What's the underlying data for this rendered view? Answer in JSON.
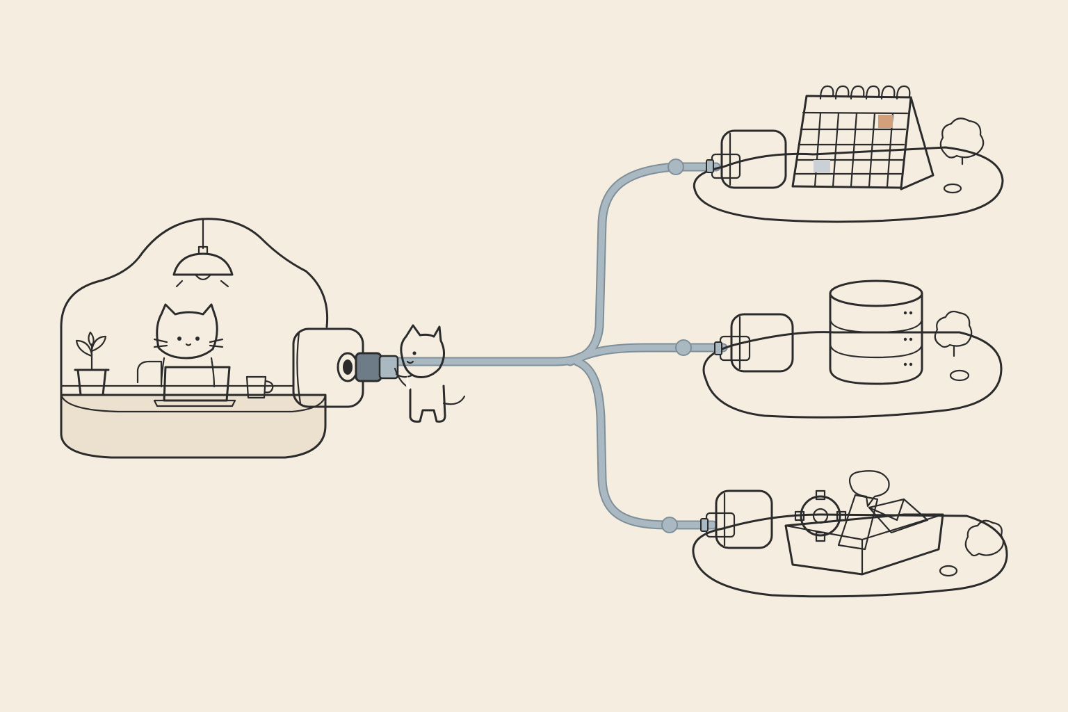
{
  "colors": {
    "background": "#f5eee0",
    "ink": "#2b2b2b",
    "cable": "#a9b8c1",
    "cable_outline": "#7f8f99",
    "desk_base": "#ece0cf",
    "accent_orange": "#d2a07a",
    "accent_gray": "#c9d1d6",
    "mug": "#c98a64"
  },
  "scene": {
    "host": {
      "icons": [
        "cat-icon",
        "laptop-icon",
        "plant-icon",
        "lamp-icon",
        "mug-icon",
        "socket-icon"
      ]
    },
    "connector_cat": {
      "icon": "cat-pushing-plug-icon"
    },
    "branches": [
      {
        "id": "calendar",
        "icon": "calendar-icon"
      },
      {
        "id": "database",
        "icon": "database-icon"
      },
      {
        "id": "tools",
        "icon": "toolbox-icon"
      }
    ]
  }
}
